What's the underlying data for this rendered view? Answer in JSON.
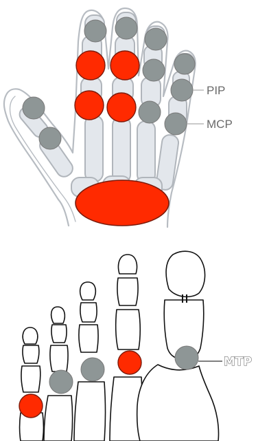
{
  "hand": {
    "label_pip": "PIP",
    "label_mcp": "MCP"
  },
  "foot": {
    "label_mtp": "MTP"
  },
  "colors": {
    "affected": "#ff2a00",
    "unaffected": "#8e9696",
    "outline": "#b7bcc2"
  }
}
